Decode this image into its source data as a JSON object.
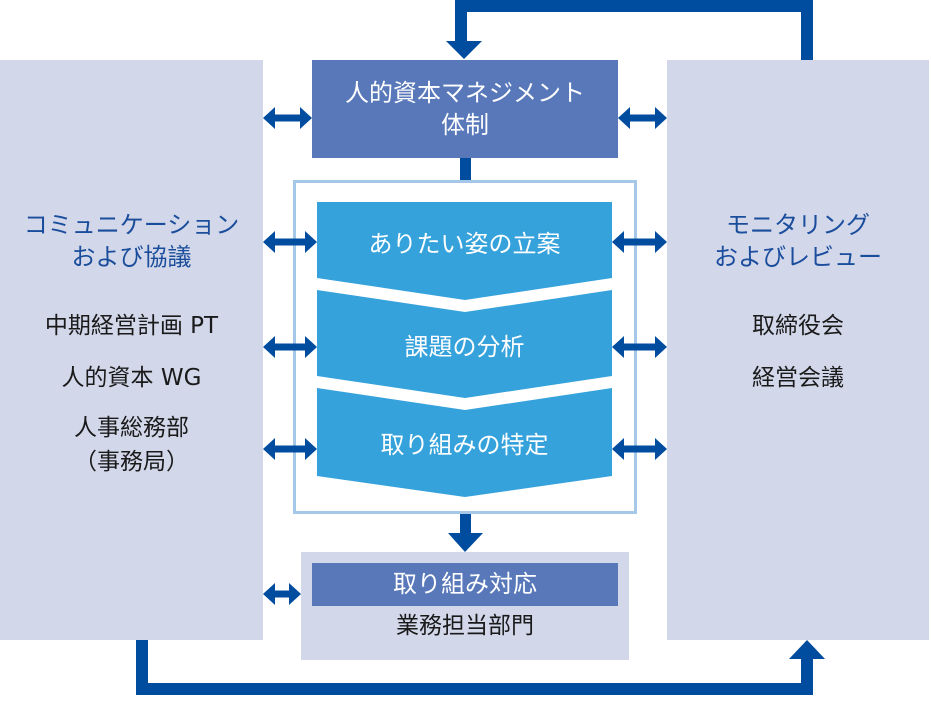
{
  "colors": {
    "panel_bg": "#d2d7ea",
    "header_box": "#5878ba",
    "chevron": "#35a2dc",
    "frame_border": "#a6c8e8",
    "arrow": "#004c9f",
    "panel_title": "#1a4d9b"
  },
  "left_panel": {
    "title_lines": [
      "コミュニケーション",
      "および協議"
    ],
    "items": [
      "中期経営計画 PT",
      "人的資本 WG",
      "人事総務部",
      "（事務局）"
    ]
  },
  "right_panel": {
    "title_lines": [
      "モニタリング",
      "およびレビュー"
    ],
    "items": [
      "取締役会",
      "経営会議"
    ]
  },
  "top_box": {
    "lines": [
      "人的資本マネジメント",
      "体制"
    ]
  },
  "process_steps": [
    {
      "label": "ありたい姿の立案"
    },
    {
      "label": "課題の分析"
    },
    {
      "label": "取り組みの特定"
    }
  ],
  "bottom_box": {
    "header": "取り組み対応",
    "sub": "業務担当部門"
  },
  "connectors": {
    "left_to_center": [
      "top-box",
      "step-1",
      "step-2",
      "step-3",
      "bottom-box"
    ],
    "right_to_center": [
      "top-box",
      "step-1",
      "step-2",
      "step-3"
    ],
    "loop": "bottom-left → right-panel, right-panel → top-box"
  }
}
